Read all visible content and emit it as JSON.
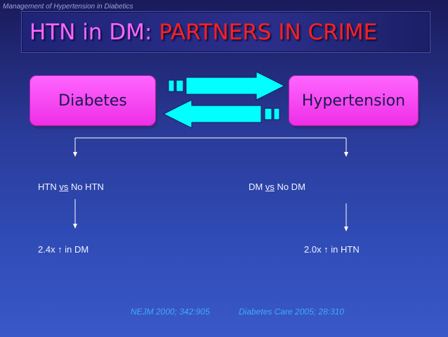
{
  "header": {
    "label": "Management of Hypertension in Diabetics"
  },
  "title": {
    "part1": "HTN in DM: ",
    "part2": "PARTNERS IN CRIME"
  },
  "boxes": {
    "diabetes": "Diabetes",
    "hypertension": "Hypertension"
  },
  "left_branch": {
    "line1_a": "HTN ",
    "line1_vs": "vs",
    "line1_b": " No HTN",
    "result": "2.4x ↑ in DM"
  },
  "right_branch": {
    "line1_a": "DM ",
    "line1_vs": "vs",
    "line1_b": " No DM",
    "result": "2.0x ↑ in HTN"
  },
  "citations": {
    "left": "NEJM 2000; 342:905",
    "right": "Diabetes Care 2005; 28:310"
  },
  "colors": {
    "title_primary": "#ff66ff",
    "title_accent": "#ff2020",
    "pill": "#ff66ff",
    "arrow": "#00ffff",
    "citation": "#3fa9ff"
  }
}
